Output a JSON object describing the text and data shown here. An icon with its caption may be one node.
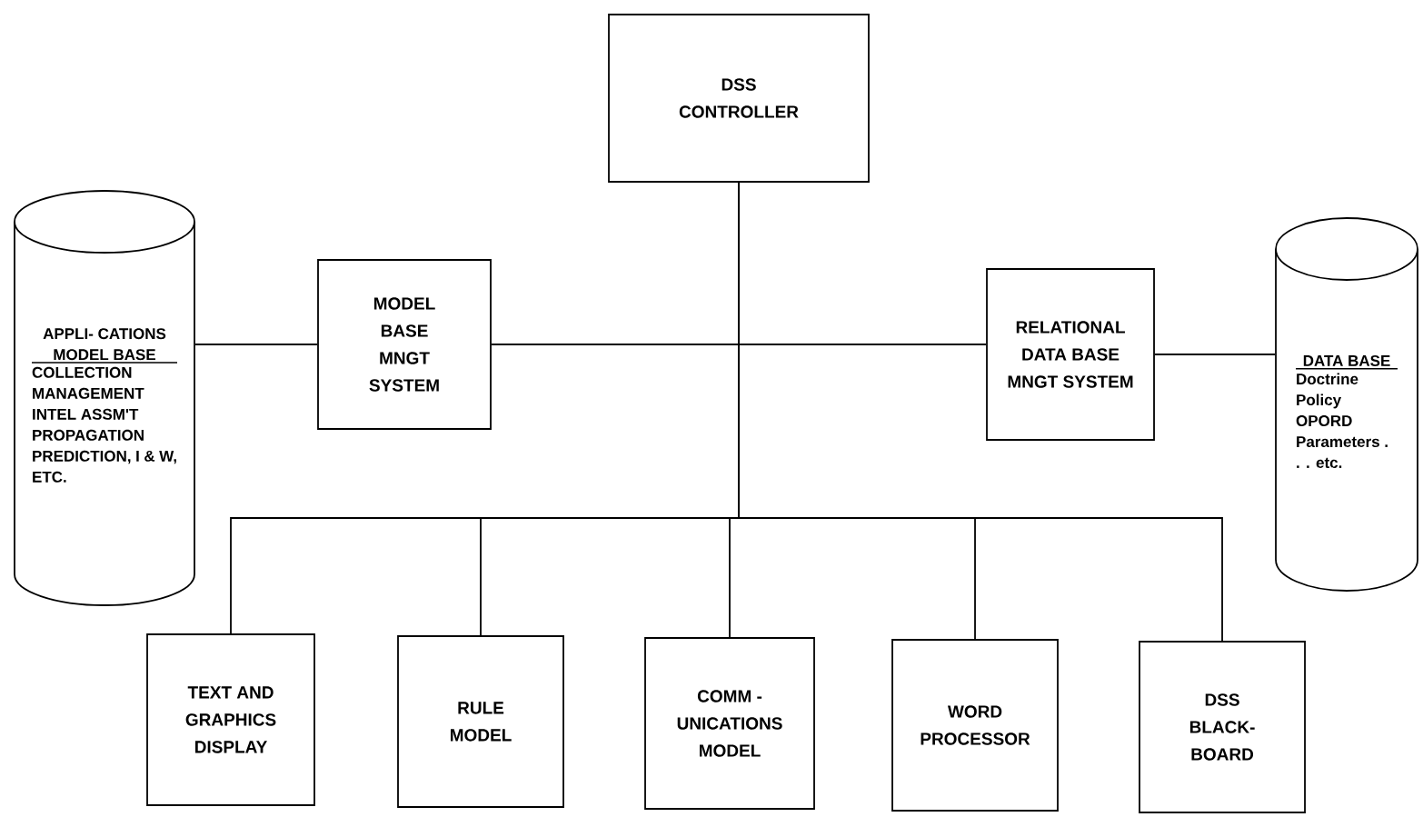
{
  "diagram": {
    "nodes": [
      {
        "text": [
          "DSS CONTROLLER"
        ]
      },
      {
        "text": [
          "APPLI- CATIONS MODEL BASE",
          "COLLECTION MANAGEMENT INTEL ASSM'T PROPAGATION PREDICTION, I & W, ETC."
        ]
      },
      {
        "text": [
          "MODEL BASE MNGT SYSTEM"
        ]
      },
      {
        "text": [
          "RELATIONAL DATA BASE MNGT SYSTEM"
        ]
      },
      {
        "text": [
          "DATA BASE",
          "Doctrine Policy OPORD Parameters . . . etc."
        ]
      },
      {
        "text": [
          "TEXT AND GRAPHICS DISPLAY"
        ]
      },
      {
        "text": [
          "RULE MODEL"
        ]
      },
      {
        "text": [
          "COMM - UNICATIONS MODEL"
        ]
      },
      {
        "text": [
          "WORD PROCESSOR"
        ]
      },
      {
        "text": [
          "DSS BLACK- BOARD"
        ]
      }
    ],
    "edges": [
      {
        "from": 1,
        "to": 2,
        "arrow": "none"
      },
      {
        "from": 2,
        "to": 3,
        "arrow": "none"
      },
      {
        "from": 3,
        "to": 4,
        "arrow": "none"
      },
      {
        "from": 0,
        "to": 5,
        "arrow": "none"
      },
      {
        "from": 0,
        "to": 6,
        "arrow": "none"
      },
      {
        "from": 0,
        "to": 7,
        "arrow": "none"
      },
      {
        "from": 0,
        "to": 8,
        "arrow": "none"
      },
      {
        "from": 0,
        "to": 9,
        "arrow": "none"
      }
    ]
  }
}
